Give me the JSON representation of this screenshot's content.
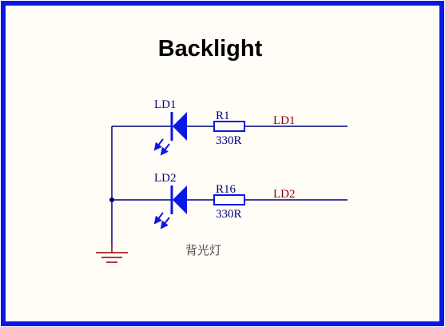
{
  "title": "Backlight",
  "colors": {
    "frame": "#0b17e6",
    "paper": "#fffdf6",
    "wire": "#000080",
    "component": "#0b17e6",
    "net_label": "#8b0000",
    "ground": "#8b0000",
    "ref_text": "#000080",
    "note_text": "#555555"
  },
  "channels": [
    {
      "led": "LD1",
      "resistor": "R1",
      "resistor_value": "330R",
      "net": "LD1"
    },
    {
      "led": "LD2",
      "resistor": "R16",
      "resistor_value": "330R",
      "net": "LD2"
    }
  ],
  "note": "背光灯",
  "icons": {
    "led": "led-icon",
    "resistor": "resistor-icon",
    "ground": "ground-icon",
    "junction": "junction-dot-icon"
  }
}
